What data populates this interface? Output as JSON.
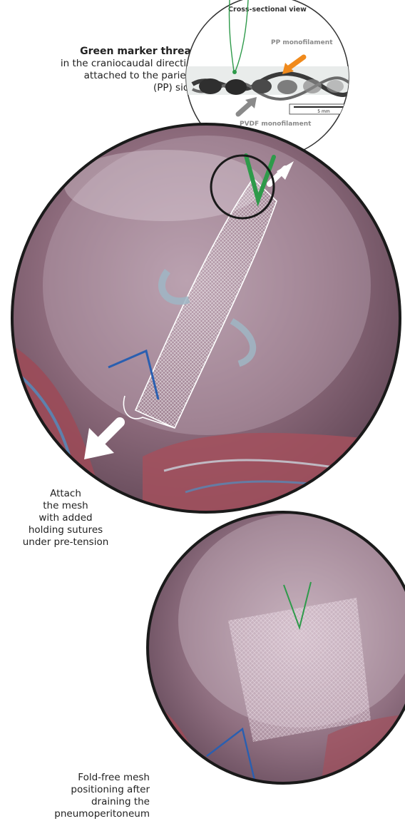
{
  "inset": {
    "title": "Cross-sectional view",
    "pp_label": "PP monofilament",
    "pvdf_label": "PVDF monofilament",
    "scale_label": "5 mm"
  },
  "captions": {
    "marker_title": "Green marker thread",
    "marker_line1": "in the craniocaudal direction",
    "marker_line2": "attached to the parietal",
    "marker_line3": "(PP) side.",
    "attach_line1": "Attach",
    "attach_line2": "the mesh",
    "attach_line3": "with added",
    "attach_line4": "holding sutures",
    "attach_line5": "under pre-tension",
    "fold_line1": "Fold-free mesh",
    "fold_line2": "positioning after",
    "fold_line3": "draining the",
    "fold_line4": "pneumoperitoneum"
  },
  "colors": {
    "green_thread": "#2e9a4a",
    "blue_suture": "#2a5fb0",
    "pp_arrow": "#f08a1c",
    "pvdf_arrow": "#8a8a8a",
    "tissue": "#8a6577",
    "vessels": "#a84a55"
  }
}
